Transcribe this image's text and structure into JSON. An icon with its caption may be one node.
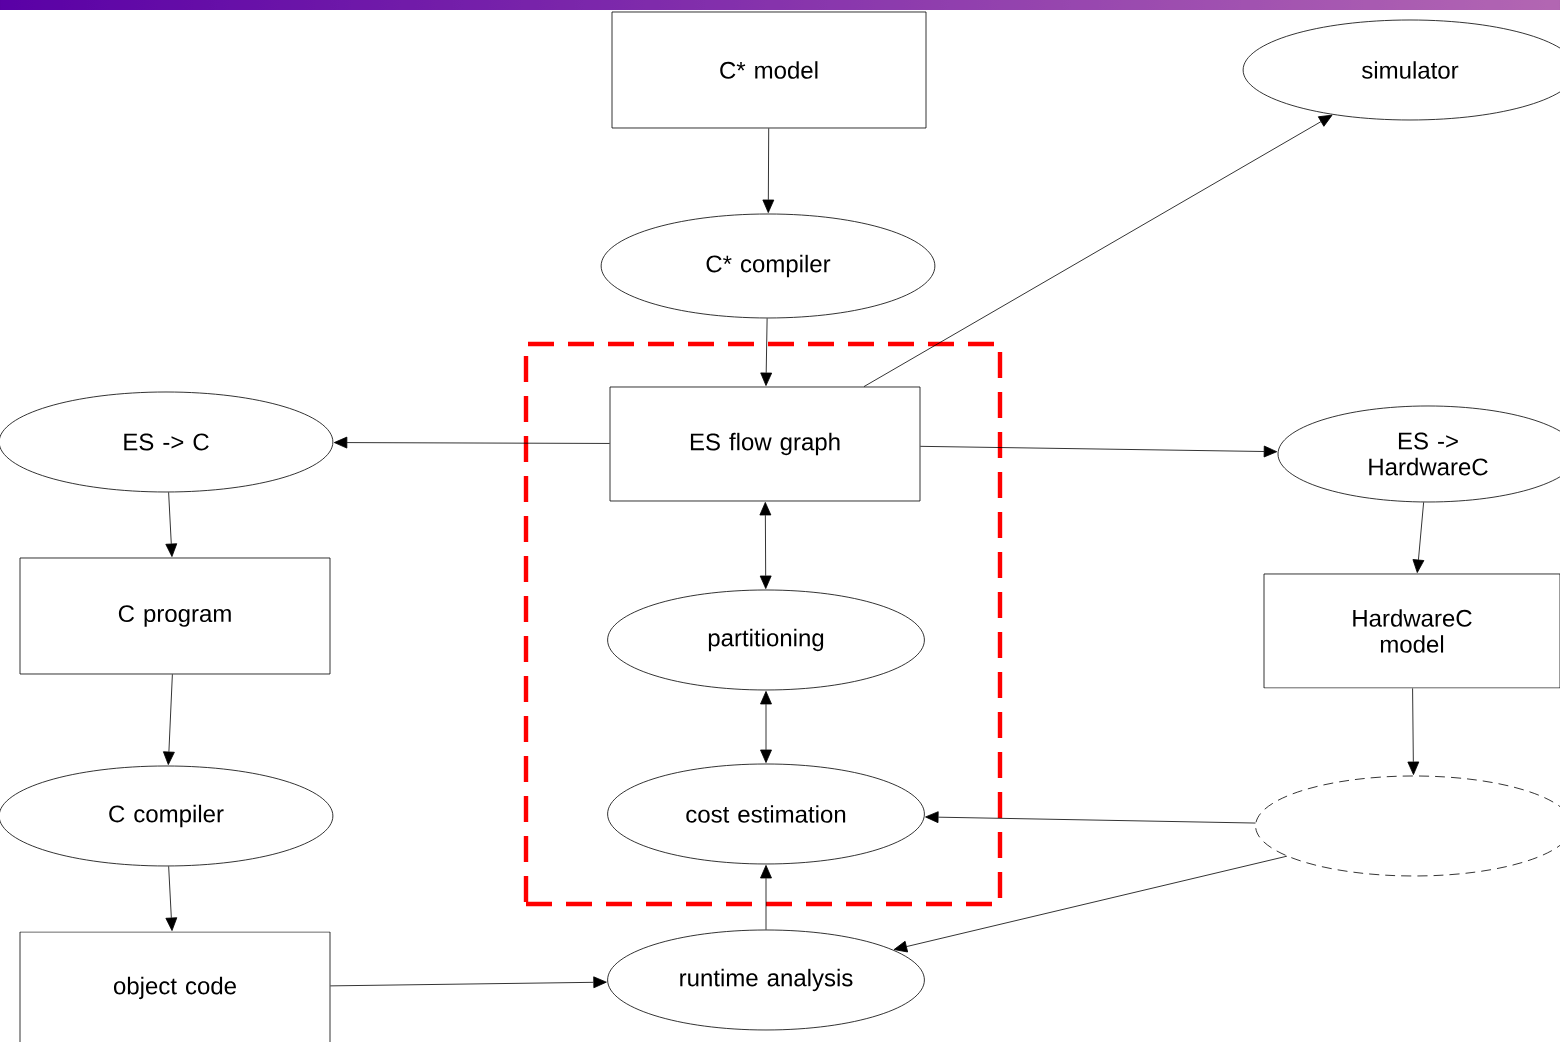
{
  "diagram": {
    "nodes": [
      {
        "text": [],
        "shape": "box"
      },
      {
        "text": [
          "C* model"
        ]
      },
      {
        "text": [
          "simulator"
        ]
      },
      {
        "text": [
          "C* compiler"
        ]
      },
      {
        "text": [
          "ES -> C"
        ]
      },
      {
        "text": [
          "ES flow graph"
        ],
        "in": 0
      },
      {
        "text": [
          "ES -> HardwareC"
        ]
      },
      {
        "text": [
          "C program"
        ]
      },
      {
        "text": [
          "partitioning"
        ],
        "in": 0
      },
      {
        "text": [
          "HardwareC model"
        ]
      },
      {
        "text": [
          "C compiler"
        ]
      },
      {
        "text": [
          "cost estimation"
        ],
        "in": 0
      },
      {
        "text": [],
        "shape": "ellipse"
      },
      {
        "text": [
          "object code"
        ]
      },
      {
        "text": [
          "runtime analysis"
        ]
      }
    ],
    "edges": [
      {
        "from": 1,
        "to": 3,
        "arrow": "to"
      },
      {
        "from": 3,
        "to": 5,
        "arrow": "to"
      },
      {
        "from": 5,
        "to": 4,
        "arrow": "to"
      },
      {
        "from": 5,
        "to": 2,
        "arrow": "to"
      },
      {
        "from": 5,
        "to": 6,
        "arrow": "to"
      },
      {
        "from": 5,
        "to": 8,
        "arrow": "both"
      },
      {
        "from": 8,
        "to": 11,
        "arrow": "both"
      },
      {
        "from": 4,
        "to": 7,
        "arrow": "to"
      },
      {
        "from": 7,
        "to": 10,
        "arrow": "to"
      },
      {
        "from": 10,
        "to": 13,
        "arrow": "to"
      },
      {
        "from": 13,
        "to": 14,
        "arrow": "to"
      },
      {
        "from": 14,
        "to": 11,
        "arrow": "to"
      },
      {
        "from": 6,
        "to": 9,
        "arrow": "to"
      },
      {
        "from": 9,
        "to": 12,
        "arrow": "to"
      },
      {
        "from": 12,
        "to": 11,
        "arrow": "to"
      },
      {
        "from": 12,
        "to": 14,
        "arrow": "to"
      }
    ]
  }
}
